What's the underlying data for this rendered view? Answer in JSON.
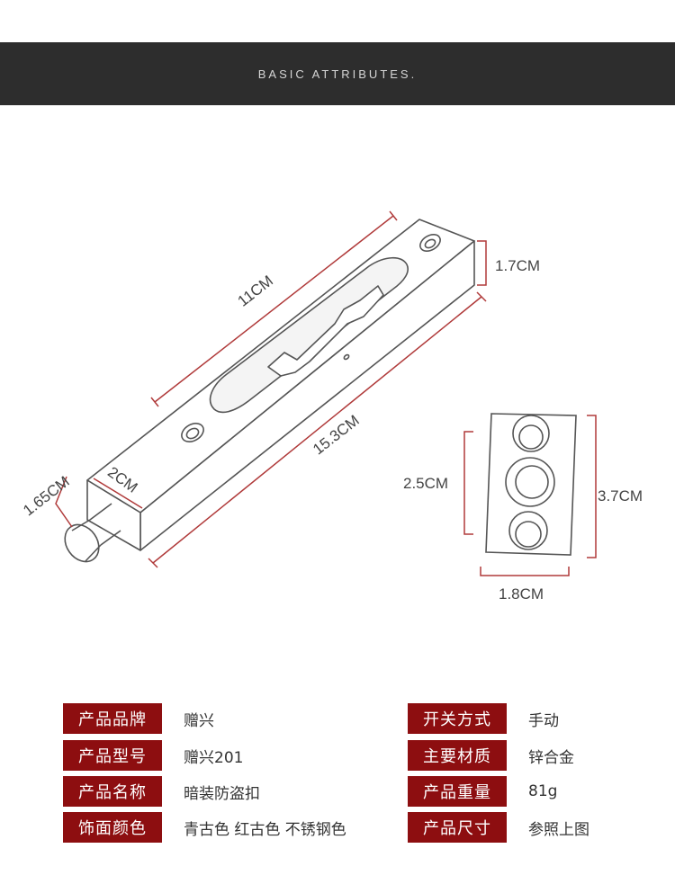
{
  "header": {
    "title": "BASIC ATTRIBUTES."
  },
  "dimensions": {
    "length_slot": "11CM",
    "length_total": "15.3CM",
    "height_end": "1.7CM",
    "pin_diameter": "1.65CM",
    "pin_length": "2CM",
    "plate_hole_spacing": "2.5CM",
    "plate_height": "3.7CM",
    "plate_width": "1.8CM"
  },
  "colors": {
    "accent": "#8d0e10",
    "dimension_line": "#b03a3a",
    "header_bg": "#2d2d2d"
  },
  "attributes": {
    "left": [
      {
        "label": "产品品牌",
        "value": "赠兴"
      },
      {
        "label": "产品型号",
        "value": "赠兴201"
      },
      {
        "label": "产品名称",
        "value": "暗装防盗扣"
      },
      {
        "label": "饰面颜色",
        "value": "青古色 红古色 不锈钢色"
      }
    ],
    "right": [
      {
        "label": "开关方式",
        "value": "手动"
      },
      {
        "label": "主要材质",
        "value": "锌合金"
      },
      {
        "label": "产品重量",
        "value": "81g"
      },
      {
        "label": "产品尺寸",
        "value": "参照上图"
      }
    ]
  }
}
